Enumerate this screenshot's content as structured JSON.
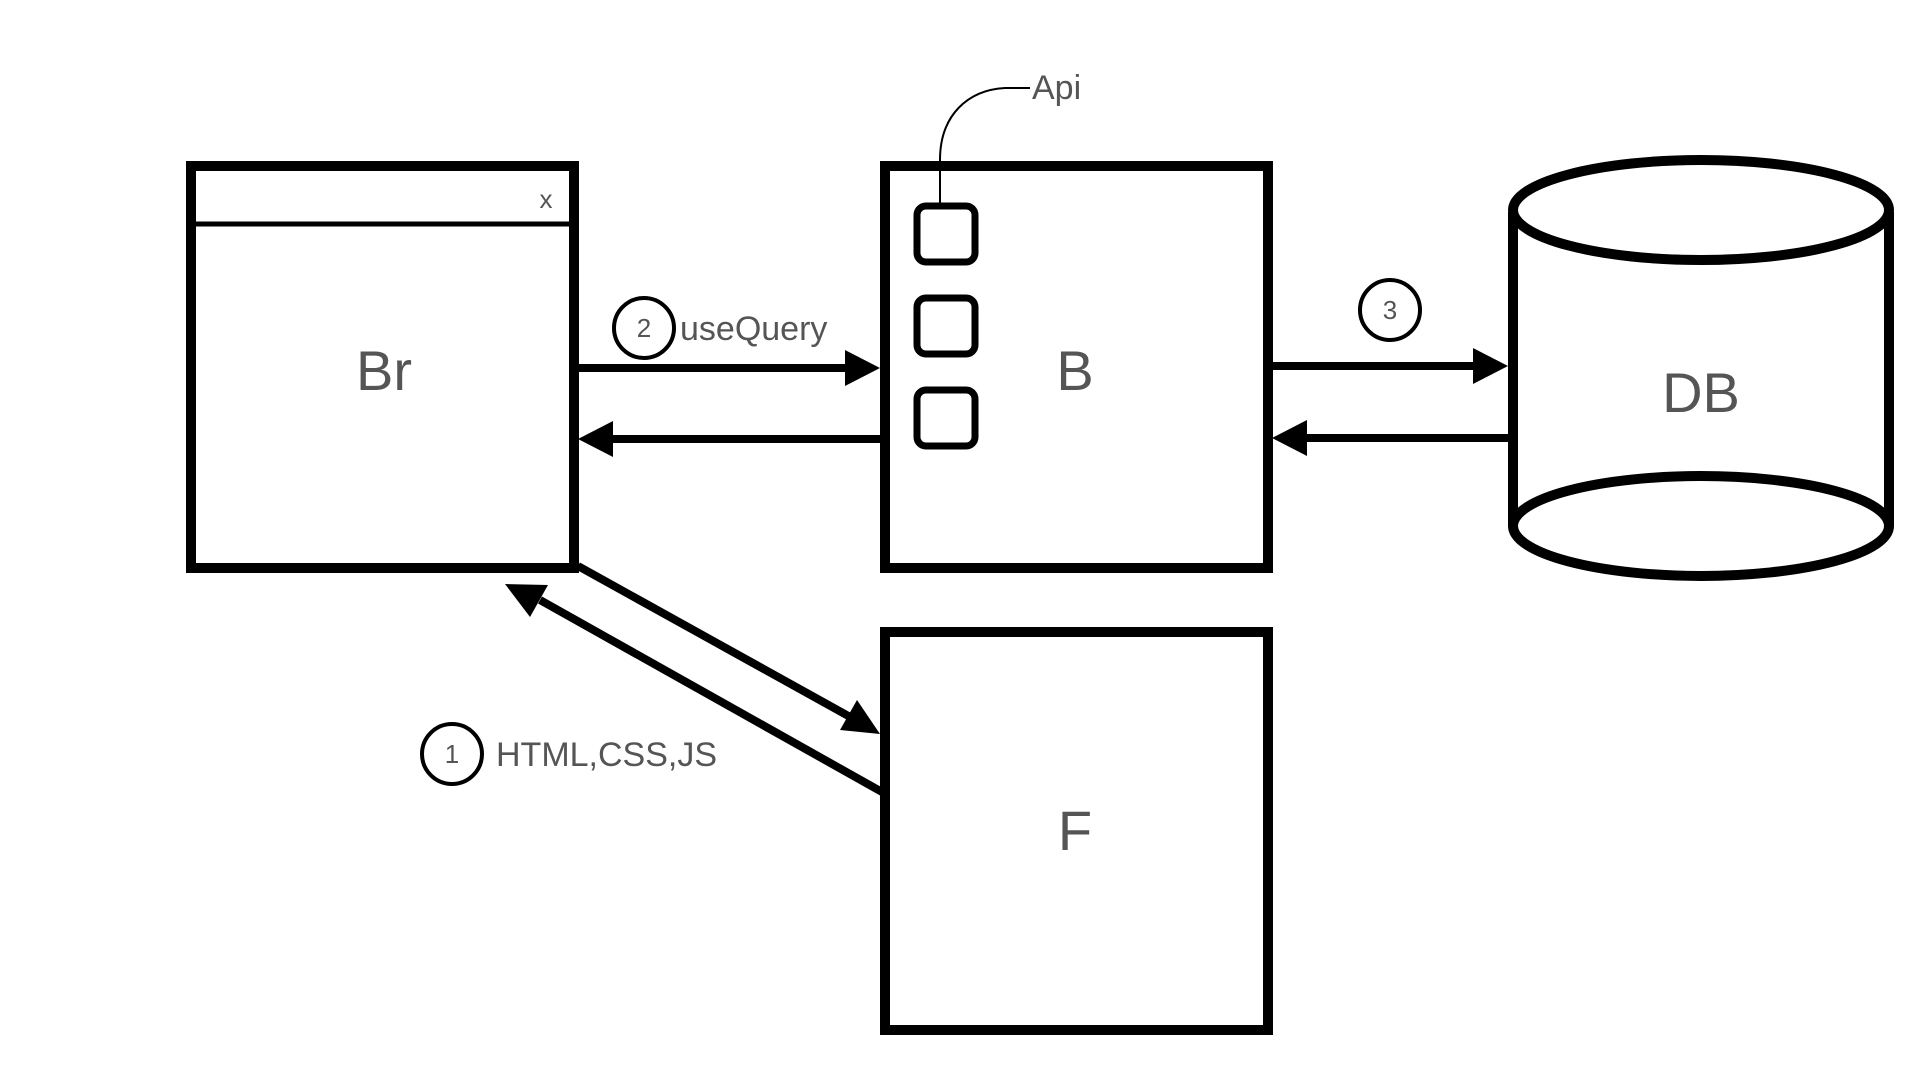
{
  "nodes": {
    "browser": {
      "label": "Br",
      "close_label": "x"
    },
    "backend": {
      "label": "B",
      "api_label": "Api"
    },
    "frontend": {
      "label": "F"
    },
    "database": {
      "label": "DB"
    }
  },
  "edges": {
    "step1": {
      "number": "1",
      "label": "HTML,CSS,JS"
    },
    "step2": {
      "number": "2",
      "label": "useQuery"
    },
    "step3": {
      "number": "3"
    }
  }
}
